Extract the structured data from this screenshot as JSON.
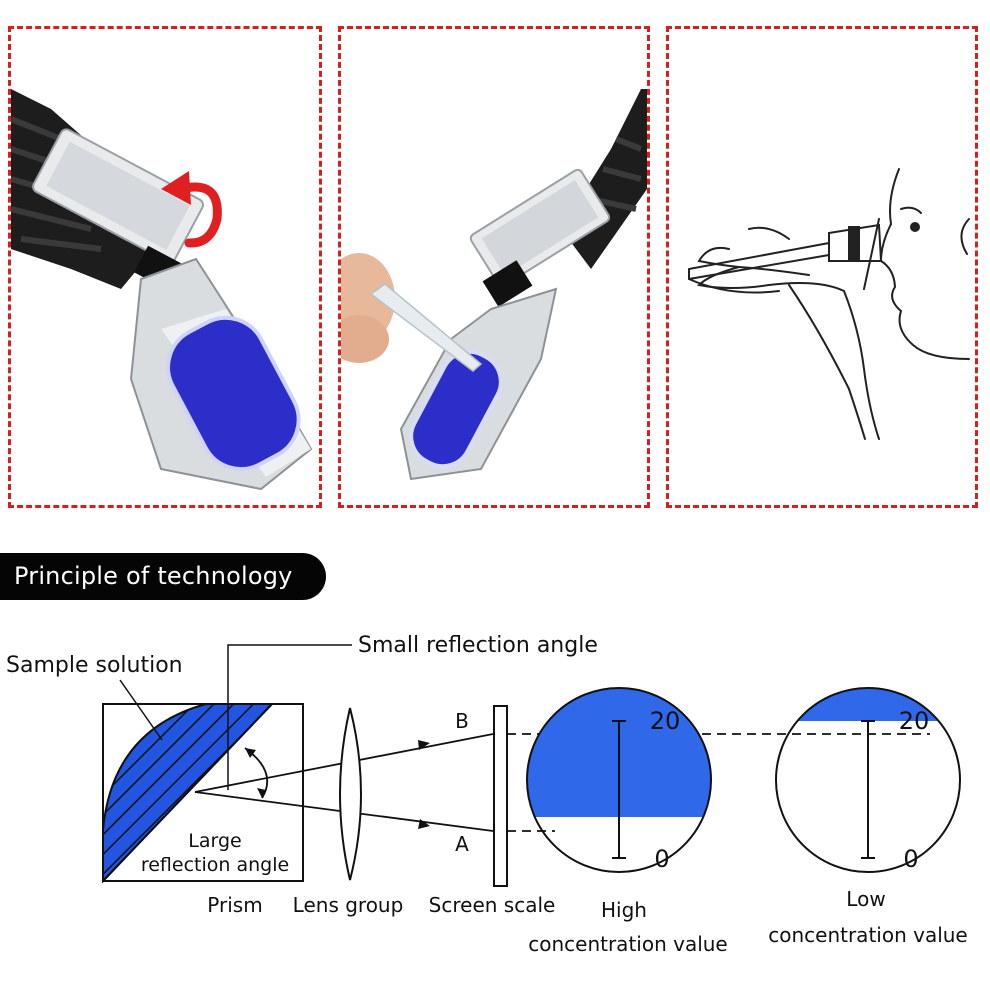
{
  "steps": [
    {
      "name": "open-cover",
      "arrow_color": "#e02020"
    },
    {
      "name": "apply-sample"
    },
    {
      "name": "view-eyepiece"
    }
  ],
  "colors": {
    "border": "#d42020",
    "accent_blue": "#2f68e8",
    "prism_blue": "#2255e0",
    "window_blue": "#2b2ec9"
  },
  "section": {
    "title": "Principle of technology"
  },
  "diagram": {
    "labels": {
      "sample_solution": "Sample solution",
      "small_reflection_angle": "Small reflection angle",
      "large_reflection_angle_line1": "Large",
      "large_reflection_angle_line2": "reflection angle",
      "prism": "Prism",
      "lens_group": "Lens group",
      "screen_scale": "Screen scale",
      "point_b": "B",
      "point_a": "A"
    },
    "views": [
      {
        "name": "high",
        "caption_line1": "High",
        "caption_line2": "concentration value",
        "scale_top": "20",
        "scale_bottom": "0",
        "fill_fraction": 0.7
      },
      {
        "name": "low",
        "caption_line1": "Low",
        "caption_line2": "concentration value",
        "scale_top": "20",
        "scale_bottom": "0",
        "fill_fraction": 0.18
      }
    ]
  }
}
